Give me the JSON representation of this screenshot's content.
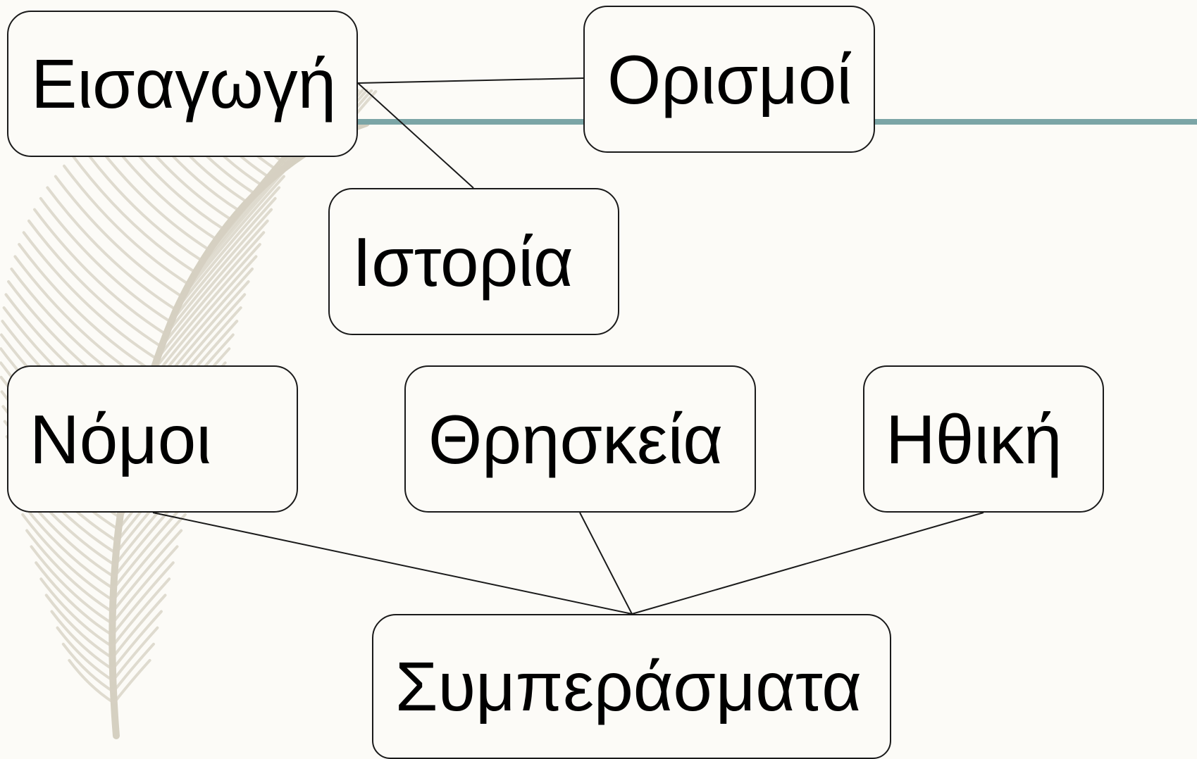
{
  "accent_color": "#7ba5a6",
  "decoration": {
    "icon": "feather-icon",
    "color": "#d5d0c1"
  },
  "nodes": [
    {
      "id": "eisagogi",
      "label": "Εισαγωγή"
    },
    {
      "id": "orismoi",
      "label": "Ορισμοί"
    },
    {
      "id": "istoria",
      "label": "Ιστορία"
    },
    {
      "id": "nomoi",
      "label": "Νόμοι"
    },
    {
      "id": "thriskeia",
      "label": "Θρησκεία"
    },
    {
      "id": "ithiki",
      "label": "Ηθική"
    },
    {
      "id": "symperasmata",
      "label": "Συμπεράσματα"
    }
  ],
  "edges": [
    {
      "from": "eisagogi",
      "to": "orismoi"
    },
    {
      "from": "eisagogi",
      "to": "istoria"
    },
    {
      "from": "nomoi",
      "to": "symperasmata"
    },
    {
      "from": "thriskeia",
      "to": "symperasmata"
    },
    {
      "from": "ithiki",
      "to": "symperasmata"
    }
  ]
}
